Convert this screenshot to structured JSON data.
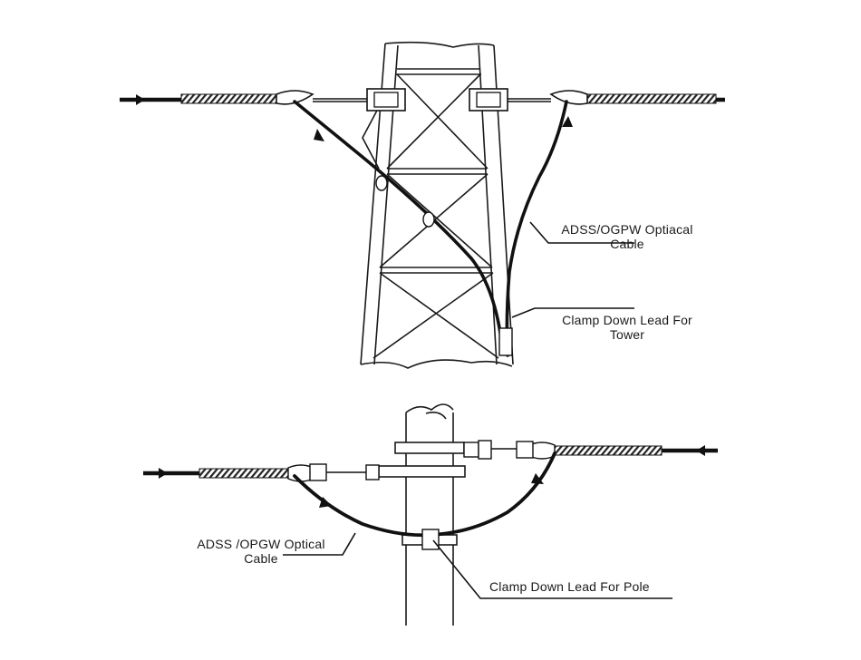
{
  "labels": {
    "tower_cable": [
      "ADSS/OGPW Optiacal",
      "Cable"
    ],
    "tower_clamp": [
      "Clamp Down Lead For",
      "Tower"
    ],
    "pole_cable": [
      "ADSS /OPGW Optical",
      "Cable"
    ],
    "pole_clamp": "Clamp Down Lead For Pole"
  },
  "colors": {
    "ink": "#1a1a1a",
    "background": "#ffffff"
  }
}
